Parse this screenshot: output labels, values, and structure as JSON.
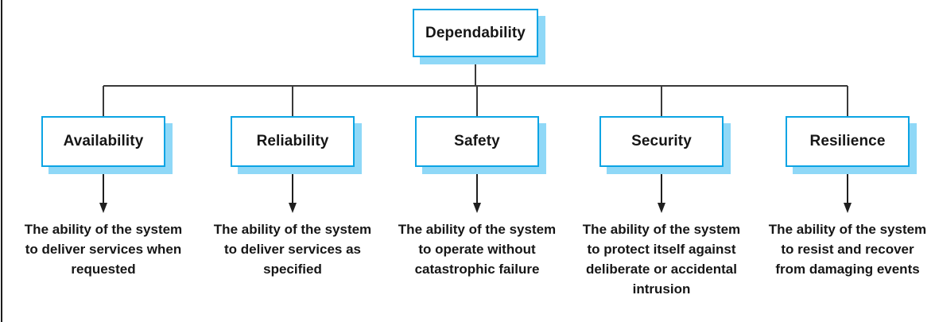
{
  "figure": {
    "title": "Dependability tree diagram",
    "root": {
      "label": "Dependability"
    },
    "children": [
      {
        "label": "Availability",
        "description": "The ability of the system\nto deliver services when\nrequested"
      },
      {
        "label": "Reliability",
        "description": "The ability of the system\nto deliver services as\nspecified"
      },
      {
        "label": "Safety",
        "description": "The ability of the system\nto operate without\ncatastrophic failure"
      },
      {
        "label": "Security",
        "description": "The ability of the system\nto protect itself against\ndeliberate or accidental\nintrusion"
      },
      {
        "label": "Resilience",
        "description": "The ability of the system\nto resist and recover\nfrom damaging events"
      }
    ],
    "colors": {
      "box_border": "#0ca4e4",
      "box_shadow": "#8fd8f7",
      "connector": "#3a3a3a",
      "arrow": "#1f1f1f",
      "text": "#161616"
    }
  }
}
